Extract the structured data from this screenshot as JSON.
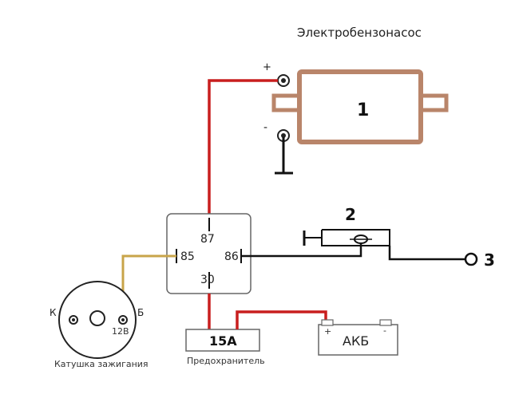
{
  "title": "Электробензонасос",
  "pump": {
    "number": "1",
    "plus_sign": "+",
    "minus_sign": "-",
    "color": "#b9856a"
  },
  "relay": {
    "pin_87": "87",
    "pin_85": "85",
    "pin_86": "86",
    "pin_30": "30"
  },
  "switch": {
    "number": "2"
  },
  "terminal": {
    "number": "3"
  },
  "coil": {
    "left_label": "К",
    "right_label": "Б",
    "terminal_label": "12В",
    "caption": "Катушка зажигания"
  },
  "fuse": {
    "rating": "15A",
    "caption": "Предохранитель"
  },
  "battery": {
    "label": "АКБ",
    "plus_sign": "+",
    "minus_sign": "-"
  },
  "colors": {
    "positive_wire": "#c81e1e",
    "signal_wire": "#c8a44a",
    "ground_wire": "#111111"
  }
}
